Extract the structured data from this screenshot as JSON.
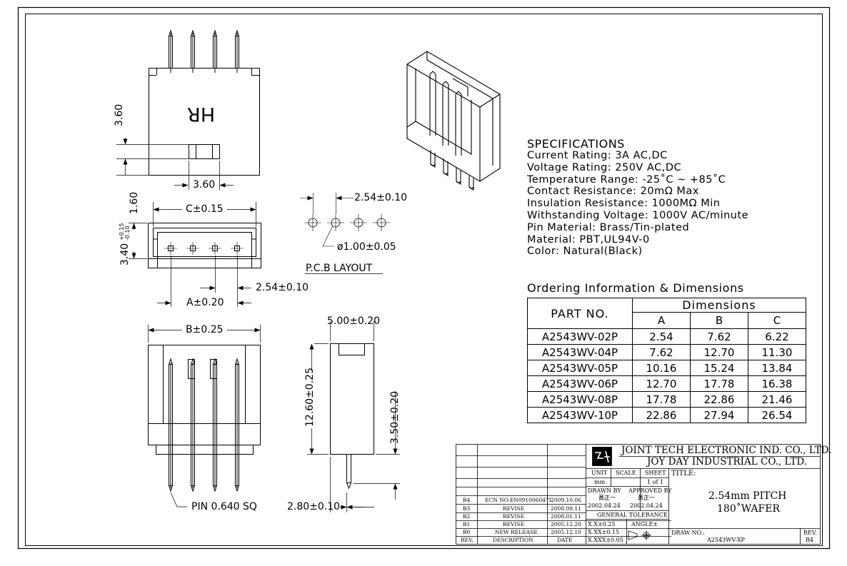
{
  "drawing": {
    "top_view": {
      "dim_height": "3.60",
      "dim_width": "3.60",
      "marking": "HR"
    },
    "side_view": {
      "dim_gap": "1.60",
      "dim_c": "C±0.15",
      "dim_height": "3.40",
      "dim_height_tol": "+0.15\n-0.10",
      "dim_tol_plus": "+0.15",
      "dim_tol_minus": "-0.10",
      "dim_pitch": "2.54±0.10",
      "dim_a": "A±0.20"
    },
    "pcb_layout": {
      "dim_pitch": "2.54±0.10",
      "hole": "ø1.00±0.05",
      "caption": "P.C.B LAYOUT"
    },
    "front_view": {
      "dim_b": "B±0.25",
      "pin_note": "PIN 0.640 SQ"
    },
    "end_view": {
      "dim_width": "5.00±0.20",
      "dim_height": "12.60±0.25",
      "dim_pin": "3.50±0.20",
      "dim_offset": "2.80±0.10"
    }
  },
  "specifications": {
    "heading": "SPECIFICATIONS",
    "lines": [
      "Current Rating: 3A AC,DC",
      "Voltage Rating: 250V AC,DC",
      "Temperature Range: -25˚C ~ +85˚C",
      "Contact Resistance: 20mΩ Max",
      "Insulation Resistance: 1000MΩ Min",
      "Withstanding Voltage: 1000V AC/minute",
      "Pin Material: Brass/Tin-plated",
      "Material: PBT,UL94V-0",
      "Color: Natural(Black)"
    ]
  },
  "ordering": {
    "title": "Ordering Information & Dimensions",
    "part_header": "PART NO.",
    "dim_header": "Dimensions",
    "columns": [
      "A",
      "B",
      "C"
    ],
    "rows": [
      {
        "part": "A2543WV-02P",
        "a": "2.54",
        "b": "7.62",
        "c": "6.22"
      },
      {
        "part": "A2543WV-04P",
        "a": "7.62",
        "b": "12.70",
        "c": "11.30"
      },
      {
        "part": "A2543WV-05P",
        "a": "10.16",
        "b": "15.24",
        "c": "13.84"
      },
      {
        "part": "A2543WV-06P",
        "a": "12.70",
        "b": "17.78",
        "c": "16.38"
      },
      {
        "part": "A2543WV-08P",
        "a": "17.78",
        "b": "22.86",
        "c": "21.46"
      },
      {
        "part": "A2543WV-10P",
        "a": "22.86",
        "b": "27.94",
        "c": "26.54"
      }
    ]
  },
  "title_block": {
    "company1": "JOINT TECH ELECTRONIC IND. CO., LTD.",
    "company2": "JOY DAY INDUSTRIAL CO., LTD.",
    "unit_label": "UNIT",
    "unit": "mm",
    "scale_label": "SCALE",
    "sheet_label": "SHEET",
    "sheet": "1 of 1",
    "title_label": "TITLE:",
    "title1": "2.54mm PITCH",
    "title2": "180˚WAFER",
    "drawn_by_label": "DRAWN BY",
    "drawn_by": "黃正一",
    "drawn_date": "2002.04.24",
    "approved_by_label": "APPROVED BY",
    "approved_by": "黃正一",
    "approved_date": "2002.04.24",
    "tolerance_label": "GENERAL TOLERANCE",
    "tol1": "X.X±0.25",
    "tol2": "X.XX±0.15",
    "tol3": "X.XXX±0.05",
    "angle_label": "ANGLE±",
    "draw_no_label": "DRAW NO.:",
    "draw_no": "A2543WV-XP",
    "rev_label": "REV.",
    "rev": "B4",
    "rev_col_label": "REV.",
    "desc_col_label": "DESCRIPTION",
    "date_col_label": "DATE",
    "revisions": [
      {
        "rev": "B4",
        "desc": "ECN NO.EN091006047I",
        "date": "2009.10.06"
      },
      {
        "rev": "B3",
        "desc": "REVISE",
        "date": "2008.09.11"
      },
      {
        "rev": "B2",
        "desc": "REVISE",
        "date": "2008.01.11"
      },
      {
        "rev": "B1",
        "desc": "REVISE",
        "date": "2005.12.20"
      },
      {
        "rev": "B0",
        "desc": "NEW RELEASE",
        "date": "2005.12.10"
      }
    ]
  }
}
